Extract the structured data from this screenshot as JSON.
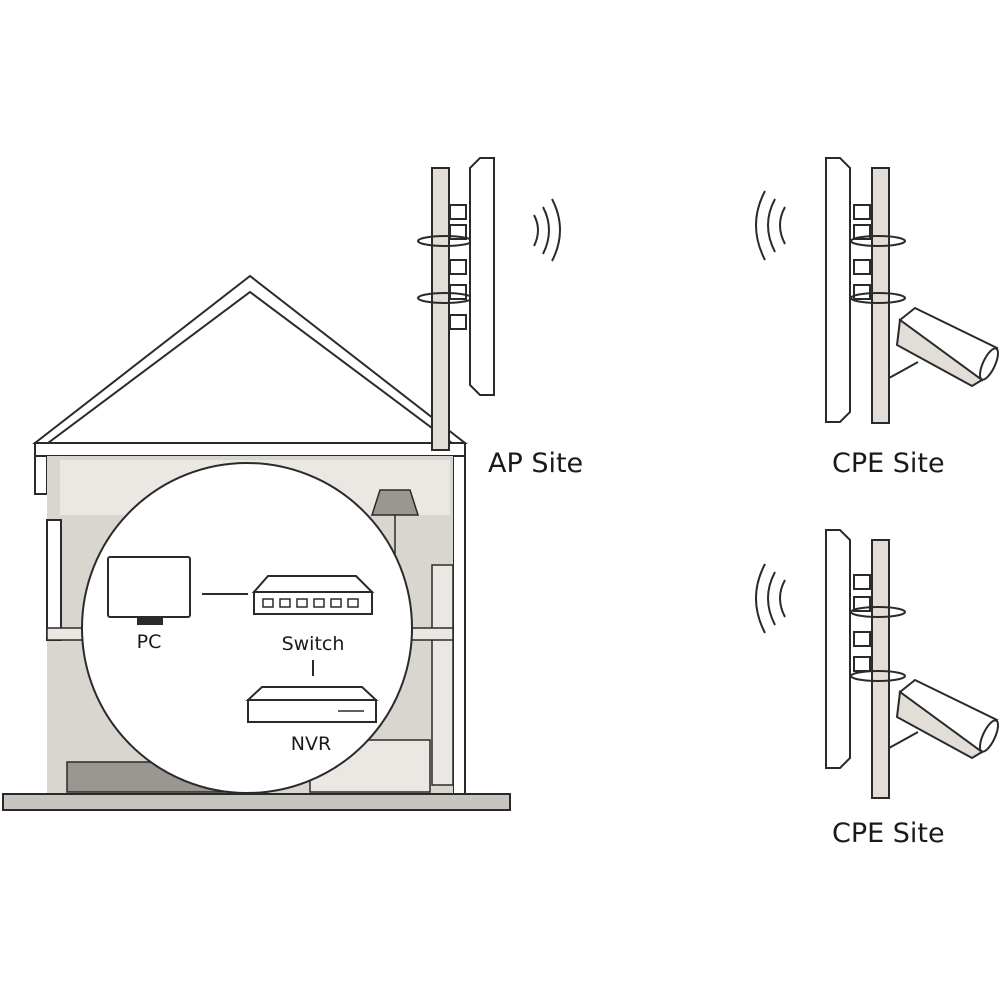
{
  "labels": {
    "ap_site": "AP Site",
    "cpe_site_top": "CPE Site",
    "cpe_site_bottom": "CPE Site",
    "pc": "PC",
    "switch": "Switch",
    "nvr": "NVR"
  },
  "colors": {
    "stroke": "#2a2a2a",
    "pole": "#e3ddd7",
    "interior": "#d9d6d0",
    "interior_light": "#ebe8e3",
    "floor": "#c8c4bf",
    "furniture": "#9a9690",
    "circle": "#ffffff"
  },
  "icons": [
    "wifi-waves-icon",
    "sector-antenna-icon",
    "cctv-camera-icon",
    "pc-monitor-icon",
    "switch-icon",
    "nvr-icon"
  ]
}
